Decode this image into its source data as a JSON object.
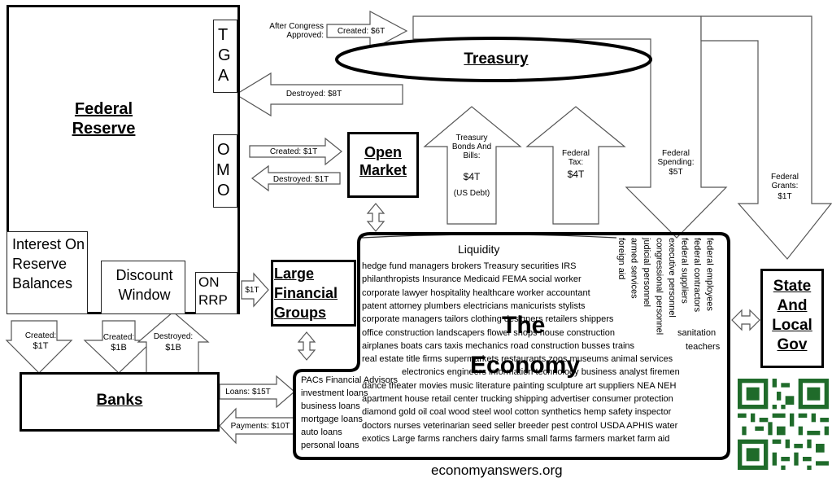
{
  "federal_reserve": {
    "title": "Federal Reserve",
    "tga": [
      "T",
      "G",
      "A"
    ],
    "omo": [
      "O",
      "M",
      "O"
    ],
    "interest_on_reserve_balances": "Interest On Reserve Balances",
    "discount_window": "Discount Window",
    "on_rrp": "ON RRP"
  },
  "treasury": {
    "title": "Treasury",
    "after_congress": "After Congress Approved:",
    "created": "Created: $6T",
    "destroyed": "Destroyed: $8T"
  },
  "open_market": {
    "title": "Open Market",
    "created": "Created: $1T",
    "destroyed": "Destroyed: $1T"
  },
  "treasury_bonds": {
    "label": "Treasury Bonds And Bills:",
    "value": "$4T",
    "note": "(US Debt)"
  },
  "federal_tax": {
    "label": "Federal Tax:",
    "value": "$4T"
  },
  "federal_spending": {
    "label": "Federal Spending:",
    "value": "$5T"
  },
  "federal_grants": {
    "label": "Federal Grants:",
    "value": "$1T"
  },
  "large_financial": {
    "title": "Large Financial Groups",
    "flow": "$1T"
  },
  "banks": {
    "title": "Banks",
    "created_1": "Created:",
    "created_1_val": "$1T",
    "created_2": "Created:",
    "created_2_val": "$1B",
    "destroyed": "Destroyed:",
    "destroyed_val": "$1B",
    "loans": "Loans: $15T",
    "payments": "Payments: $10T"
  },
  "state_local": {
    "title": "State And Local Gov"
  },
  "economy": {
    "title_1": "The",
    "title_2": "Economy",
    "liquidity": "Liquidity",
    "lines": [
      "hedge fund managers brokers Treasury securities IRS",
      "philanthropists Insurance Medicaid FEMA social worker",
      "corporate lawyer hospitality healthcare worker accountant",
      "patent attorney plumbers electricians manicurists stylists",
      "corporate managers tailors clothing designers retailers shippers",
      "office construction landscapers flower shops house construction",
      "airplanes boats cars taxis mechanics road construction busses trains",
      "real estate title firms supermarkets restaurants zoos museums animal services",
      "electronics engineers information technology business analyst firemen",
      "dance theater movies music literature painting sculpture art suppliers NEA NEH",
      "apartment house retail center trucking shipping advertiser consumer protection",
      "diamond gold oil coal wood steel wool cotton synthetics hemp  safety inspector",
      "doctors nurses veterinarian seed seller breeder pest control  USDA APHIS water",
      "exotics Large farms ranchers dairy farms small farms farmers market  farm aid"
    ],
    "extra_right": [
      "sanitation",
      "teachers",
      "animal services"
    ],
    "financial_list": [
      "PACs  Financial Advisors",
      "investment loans",
      "business loans",
      "mortgage loans",
      "auto loans",
      "personal loans"
    ],
    "vertical_columns": [
      "foreign aid",
      "armed services",
      "judicial personnel",
      "congressional personnel",
      "executive personnel",
      "federal suppliers",
      "federal contractors",
      "federal employees"
    ]
  },
  "footer": {
    "url": "economyanswers.org"
  }
}
